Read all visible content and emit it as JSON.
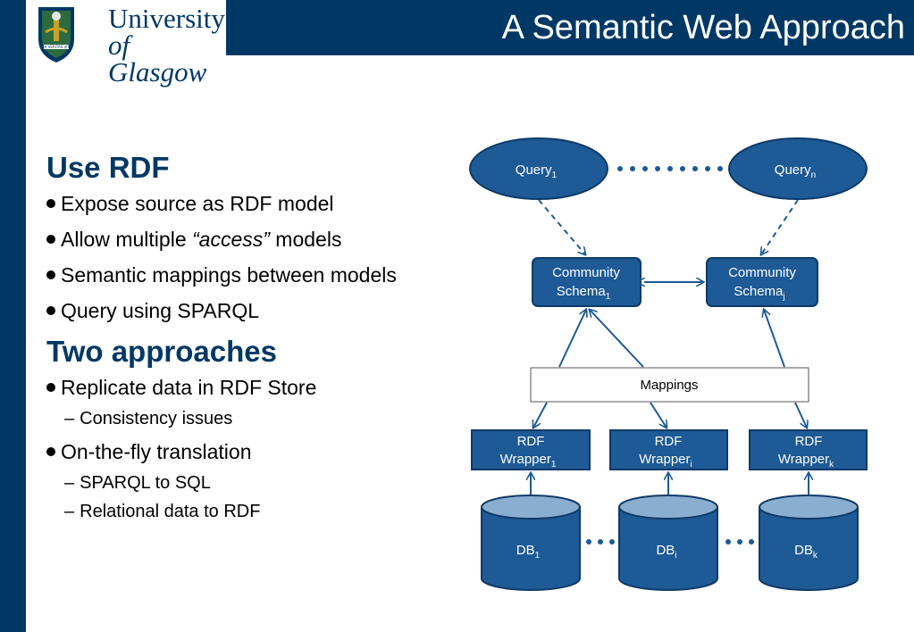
{
  "title": "A Semantic Web Approach",
  "logo": {
    "line1": "University",
    "line2": "of Glasgow",
    "motto": "VIA VERITAS VITA"
  },
  "sections": [
    {
      "heading": "Use RDF",
      "bullets": [
        {
          "text": "Expose source as RDF model"
        },
        {
          "pre": "Allow multiple ",
          "em": "“access”",
          "post": " models"
        },
        {
          "text": "Semantic mappings between models"
        },
        {
          "text": "Query using SPARQL"
        }
      ]
    },
    {
      "heading": "Two approaches",
      "bullets": [
        {
          "text": "Replicate data in RDF Store",
          "subs": [
            "Consistency issues"
          ]
        },
        {
          "text": "On-the-fly translation",
          "subs": [
            "SPARQL to SQL",
            "Relational data to RDF"
          ]
        }
      ]
    }
  ],
  "diagram": {
    "queries": [
      {
        "label": "Query",
        "sub": "1"
      },
      {
        "label": "Query",
        "sub": "n"
      }
    ],
    "schemas": [
      {
        "line1": "Community",
        "line2": "Schema",
        "sub": "1"
      },
      {
        "line1": "Community",
        "line2": "Schema",
        "sub": "j"
      }
    ],
    "mappings": "Mappings",
    "wrappers": [
      {
        "line1": "RDF",
        "line2": "Wrapper",
        "sub": "1"
      },
      {
        "line1": "RDF",
        "line2": "Wrapper",
        "sub": "i"
      },
      {
        "line1": "RDF",
        "line2": "Wrapper",
        "sub": "k"
      }
    ],
    "dbs": [
      {
        "label": "DB",
        "sub": "1"
      },
      {
        "label": "DB",
        "sub": "i"
      },
      {
        "label": "DB",
        "sub": "k"
      }
    ]
  },
  "colors": {
    "brand": "#003865",
    "node": "#1d5a96",
    "node_border": "#0f3a66",
    "db_top": "#8aaed0",
    "arrow": "#1d5a96"
  }
}
